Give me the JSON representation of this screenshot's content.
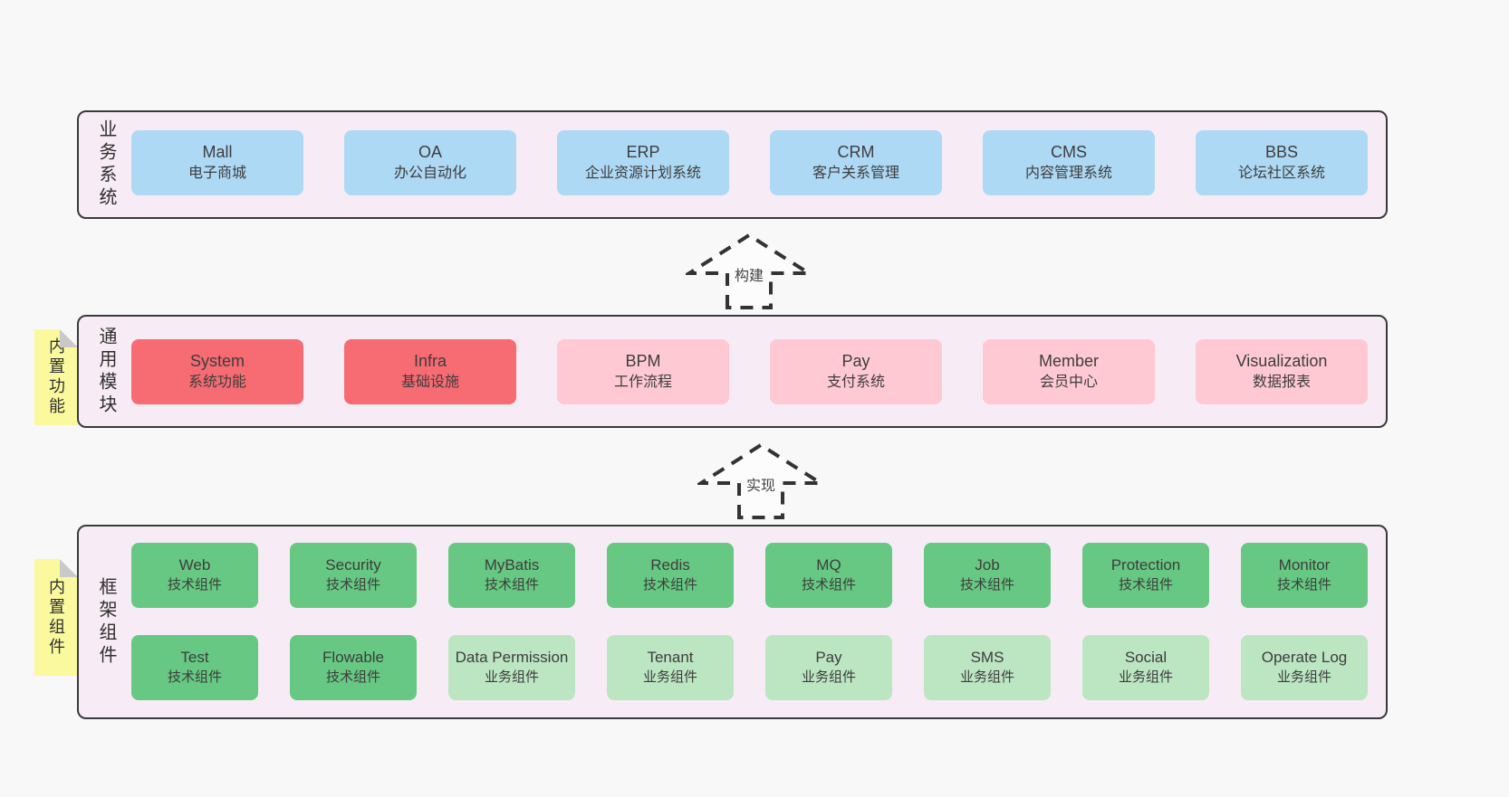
{
  "colors": {
    "page_bg": "#f8f8f8",
    "panel_bg": "#f7ecf5",
    "panel_border": "#3a3a3a",
    "blue_box": "#aed9f5",
    "red_box": "#f76b72",
    "pink_box": "#ffc9d3",
    "green_box": "#66c882",
    "light_green_box": "#bce5c2",
    "sticky_yellow": "#fbf99e",
    "text": "#3d3d3d"
  },
  "sections": {
    "business": {
      "side_label": "业务系统",
      "boxes": [
        {
          "title": "Mall",
          "subtitle": "电子商城"
        },
        {
          "title": "OA",
          "subtitle": "办公自动化"
        },
        {
          "title": "ERP",
          "subtitle": "企业资源计划系统"
        },
        {
          "title": "CRM",
          "subtitle": "客户关系管理"
        },
        {
          "title": "CMS",
          "subtitle": "内容管理系统"
        },
        {
          "title": "BBS",
          "subtitle": "论坛社区系统"
        }
      ]
    },
    "modules": {
      "sticky_label": "内置功能",
      "side_label": "通用模块",
      "boxes": [
        {
          "title": "System",
          "subtitle": "系统功能"
        },
        {
          "title": "Infra",
          "subtitle": "基础设施"
        },
        {
          "title": "BPM",
          "subtitle": "工作流程"
        },
        {
          "title": "Pay",
          "subtitle": "支付系统"
        },
        {
          "title": "Member",
          "subtitle": "会员中心"
        },
        {
          "title": "Visualization",
          "subtitle": "数据报表"
        }
      ]
    },
    "components": {
      "sticky_label": "内置组件",
      "side_label": "框架组件",
      "rows": [
        [
          {
            "title": "Web",
            "subtitle": "技术组件"
          },
          {
            "title": "Security",
            "subtitle": "技术组件"
          },
          {
            "title": "MyBatis",
            "subtitle": "技术组件"
          },
          {
            "title": "Redis",
            "subtitle": "技术组件"
          },
          {
            "title": "MQ",
            "subtitle": "技术组件"
          },
          {
            "title": "Job",
            "subtitle": "技术组件"
          },
          {
            "title": "Protection",
            "subtitle": "技术组件"
          },
          {
            "title": "Monitor",
            "subtitle": "技术组件"
          }
        ],
        [
          {
            "title": "Test",
            "subtitle": "技术组件"
          },
          {
            "title": "Flowable",
            "subtitle": "技术组件"
          },
          {
            "title": "Data Permission",
            "subtitle": "业务组件"
          },
          {
            "title": "Tenant",
            "subtitle": "业务组件"
          },
          {
            "title": "Pay",
            "subtitle": "业务组件"
          },
          {
            "title": "SMS",
            "subtitle": "业务组件"
          },
          {
            "title": "Social",
            "subtitle": "业务组件"
          },
          {
            "title": "Operate Log",
            "subtitle": "业务组件"
          }
        ]
      ]
    }
  },
  "arrows": {
    "build": "构建",
    "implement": "实现"
  }
}
